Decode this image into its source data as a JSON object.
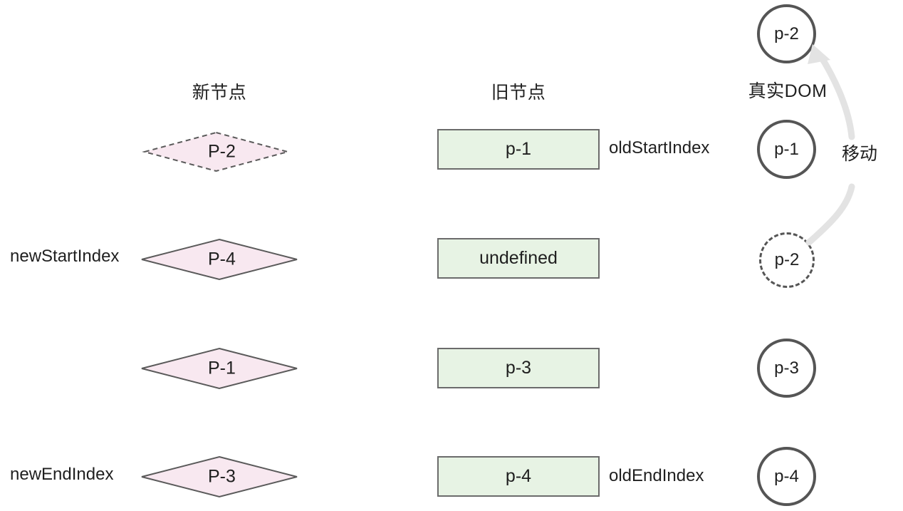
{
  "columns": {
    "new_nodes": "新节点",
    "old_nodes": "旧节点",
    "real_dom": "真实DOM"
  },
  "index_labels": {
    "new_start": "newStartIndex",
    "new_end": "newEndIndex",
    "old_start": "oldStartIndex",
    "old_end": "oldEndIndex"
  },
  "new_nodes": [
    {
      "label": "P-2",
      "style": "dashed"
    },
    {
      "label": "P-4",
      "style": "solid"
    },
    {
      "label": "P-1",
      "style": "solid"
    },
    {
      "label": "P-3",
      "style": "solid"
    }
  ],
  "old_nodes": [
    {
      "label": "p-1"
    },
    {
      "label": "undefined"
    },
    {
      "label": "p-3"
    },
    {
      "label": "p-4"
    }
  ],
  "dom_nodes": [
    {
      "label": "p-2",
      "style": "solid"
    },
    {
      "label": "p-1",
      "style": "solid"
    },
    {
      "label": "p-2",
      "style": "dashed"
    },
    {
      "label": "p-3",
      "style": "solid"
    },
    {
      "label": "p-4",
      "style": "solid"
    }
  ],
  "annotation": {
    "move": "移动"
  },
  "colors": {
    "diamond_fill": "#f8e8f0",
    "diamond_stroke": "#5a5a5a",
    "box_fill": "#e7f3e4",
    "box_stroke": "#6b6b6b",
    "circle_stroke": "#555555",
    "arrow": "#e3e3e3",
    "text": "#1f1f1f",
    "background": "#ffffff"
  }
}
